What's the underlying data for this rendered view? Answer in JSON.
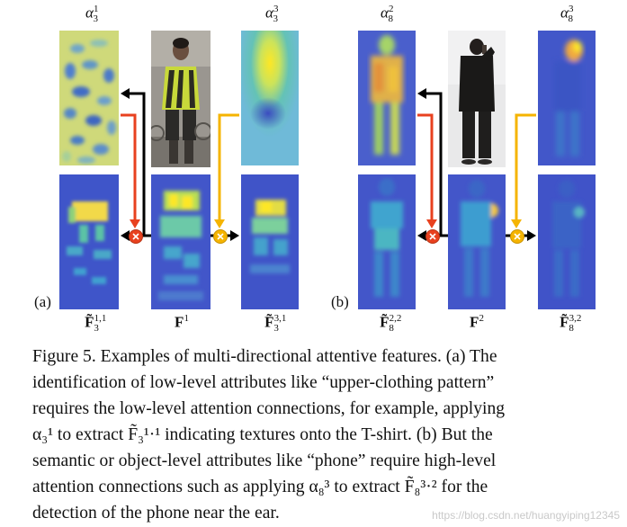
{
  "panel_a": {
    "letter": "(a)",
    "top_labels": {
      "left": {
        "base": "α",
        "sup": "1",
        "sub": "3"
      },
      "right": {
        "base": "α",
        "sup": "3",
        "sub": "3"
      }
    },
    "bottom_labels": {
      "left": {
        "base": "F̃",
        "sup": "1,1",
        "sub": "3"
      },
      "center": {
        "base": "F",
        "sup": "1",
        "sub": ""
      },
      "right": {
        "base": "F̃",
        "sup": "3,1",
        "sub": "3"
      }
    }
  },
  "panel_b": {
    "letter": "(b)",
    "top_labels": {
      "left": {
        "base": "α",
        "sup": "2",
        "sub": "8"
      },
      "right": {
        "base": "α",
        "sup": "3",
        "sub": "8"
      }
    },
    "bottom_labels": {
      "left": {
        "base": "F̃",
        "sup": "2,2",
        "sub": "8"
      },
      "center": {
        "base": "F",
        "sup": "2",
        "sub": ""
      },
      "right": {
        "base": "F̃",
        "sup": "3,2",
        "sub": "8"
      }
    }
  },
  "caption": {
    "lines": [
      "Figure 5.  Examples of multi-directional attentive features. (a) The",
      "identification of low-level attributes like “upper-clothing pattern”",
      "requires the low-level attention connections, for example, applying",
      "α₃¹ to extract F̃₃¹·¹ indicating textures onto the T-shirt. (b) But the",
      "semantic or object-level attributes like “phone” require high-level",
      "attention connections such as applying α₈³ to extract F̃₈³·² for the",
      "detection of the phone near the ear."
    ]
  },
  "watermark": "https://blog.csdn.net/huangyiping12345",
  "colors": {
    "red_arrow": "#e8411f",
    "yellow_arrow": "#f5b400",
    "black_arrow": "#000000",
    "heatmap_low": "#3b4cc0",
    "heatmap_high": "#fde725"
  }
}
